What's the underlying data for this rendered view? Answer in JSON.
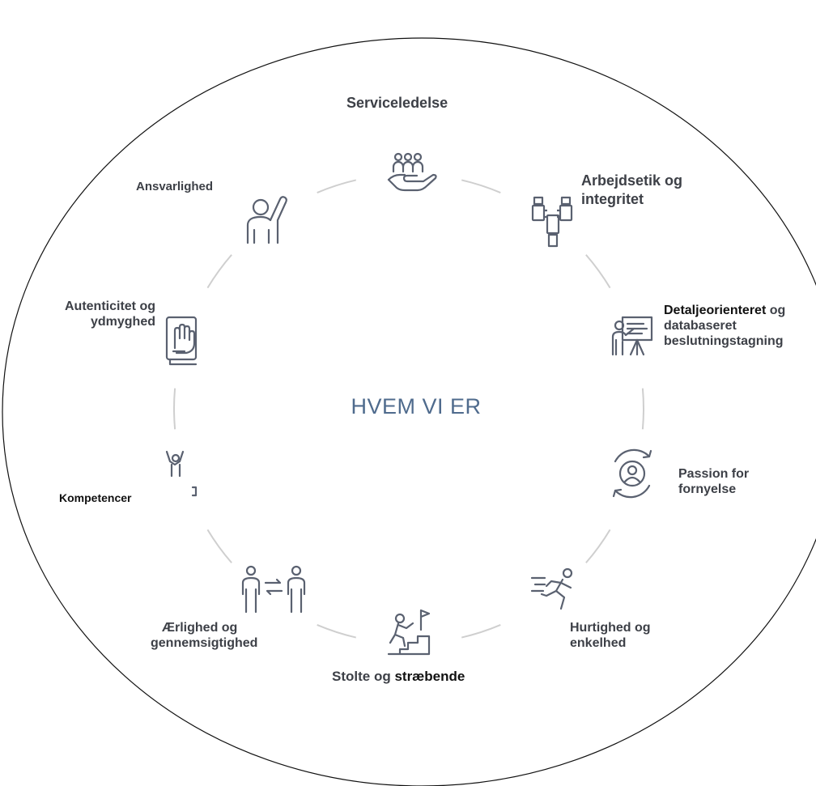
{
  "center_title": "HVEM VI ER",
  "values": {
    "serviceledelse": "Serviceledelse",
    "arbejdsetik_line1": "Arbejdsetik og",
    "arbejdsetik_line2": "integritet",
    "detalje_line1_bold": "Detaljeorienteret",
    "detalje_line1_rest": " og",
    "detalje_line2": "databaseret",
    "detalje_line3": "beslutningstagning",
    "passion_line1": "Passion for",
    "passion_line2": "fornyelse",
    "hurtighed_line1": "Hurtighed og",
    "hurtighed_line2": "enkelhed",
    "stolte_part1": "Stolte og ",
    "stolte_part2": "stræbende",
    "aerlighed_line1": "Ærlighed og",
    "aerlighed_line2": "gennemsigtighed",
    "kompetencer": "Kompetencer",
    "autenticitet_line1": "Autenticitet og",
    "autenticitet_line2": "ydmyghed",
    "ansvarlighed": "Ansvarlighed"
  },
  "icons": {
    "serviceledelse": "hand-holding-people-icon",
    "arbejdsetik": "puzzle-hands-icon",
    "detalje": "presenter-board-icon",
    "passion": "person-cycle-icon",
    "hurtighed": "running-person-icon",
    "stolte": "climbing-stairs-flag-icon",
    "aerlighed": "two-people-exchange-icon",
    "kompetencer": "cheering-person-icon",
    "autenticitet": "hand-on-book-icon",
    "ansvarlighed": "raised-hand-person-icon"
  },
  "colors": {
    "text": "#3d4047",
    "title": "#4f6b8d",
    "icon": "#5a6170",
    "ring": "#cfcfcf"
  }
}
